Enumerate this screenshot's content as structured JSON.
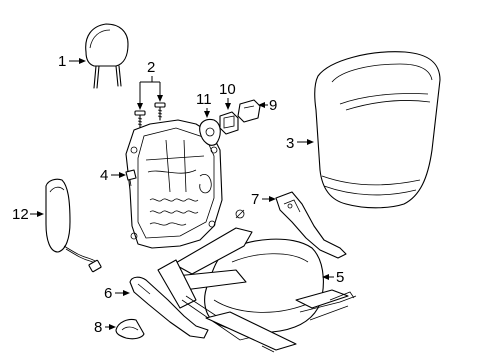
{
  "callouts": [
    {
      "id": "1",
      "part": "headrest"
    },
    {
      "id": "2",
      "part": "bolts"
    },
    {
      "id": "3",
      "part": "seat-back-cushion-cover"
    },
    {
      "id": "4",
      "part": "clip"
    },
    {
      "id": "5",
      "part": "seat-cushion"
    },
    {
      "id": "6",
      "part": "side-cover-left"
    },
    {
      "id": "7",
      "part": "side-cover-right"
    },
    {
      "id": "8",
      "part": "knob"
    },
    {
      "id": "9",
      "part": "switch-small"
    },
    {
      "id": "10",
      "part": "switch-knob"
    },
    {
      "id": "11",
      "part": "recliner-switch"
    },
    {
      "id": "12",
      "part": "side-airbag-module"
    }
  ]
}
